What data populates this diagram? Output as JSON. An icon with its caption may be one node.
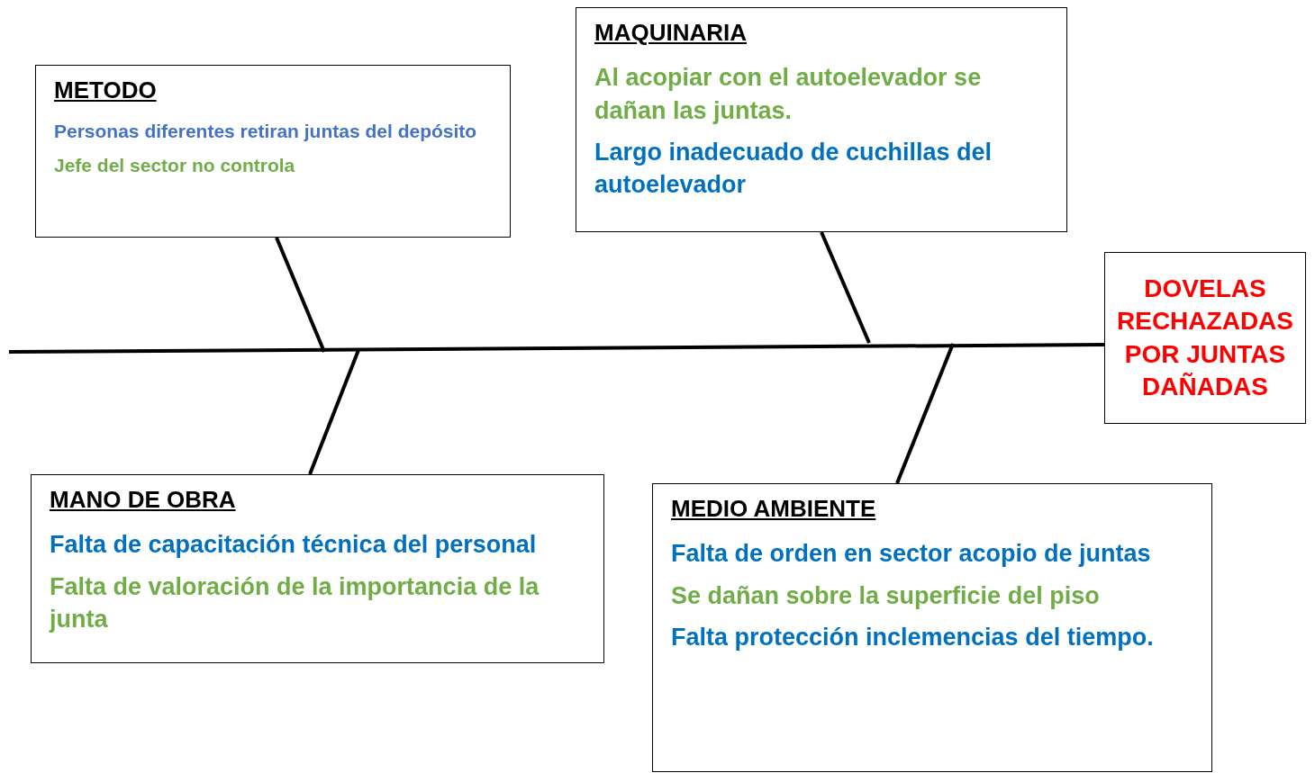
{
  "diagram": {
    "nodes": [
      {
        "text": [
          "METODO",
          "Personas diferentes retiran juntas del depósito",
          "Jefe del sector no controla"
        ]
      },
      {
        "text": [
          "MAQUINARIA",
          "Al acopiar con el autoelevador se dañan las juntas.",
          "Largo inadecuado de cuchillas del autoelevador"
        ]
      },
      {
        "text": [
          "DOVELAS RECHAZADAS POR JUNTAS DAÑADAS"
        ]
      },
      {
        "text": [
          "MANO DE OBRA",
          "Falta de capacitación técnica del personal",
          "Falta de valoración de la importancia de la junta"
        ]
      },
      {
        "text": [
          "MEDIO AMBIENTE",
          "Falta de orden en sector acopio de juntas",
          "Se dañan sobre la superficie del piso",
          "Falta protección inclemencias del tiempo."
        ]
      }
    ],
    "edges": [
      {
        "from": null,
        "to": 2,
        "arrow": "none"
      },
      {
        "from": 0,
        "to": null,
        "arrow": "none"
      },
      {
        "from": 1,
        "to": null,
        "arrow": "none"
      },
      {
        "from": 3,
        "to": null,
        "arrow": "none"
      },
      {
        "from": 4,
        "to": null,
        "arrow": "none"
      }
    ]
  }
}
